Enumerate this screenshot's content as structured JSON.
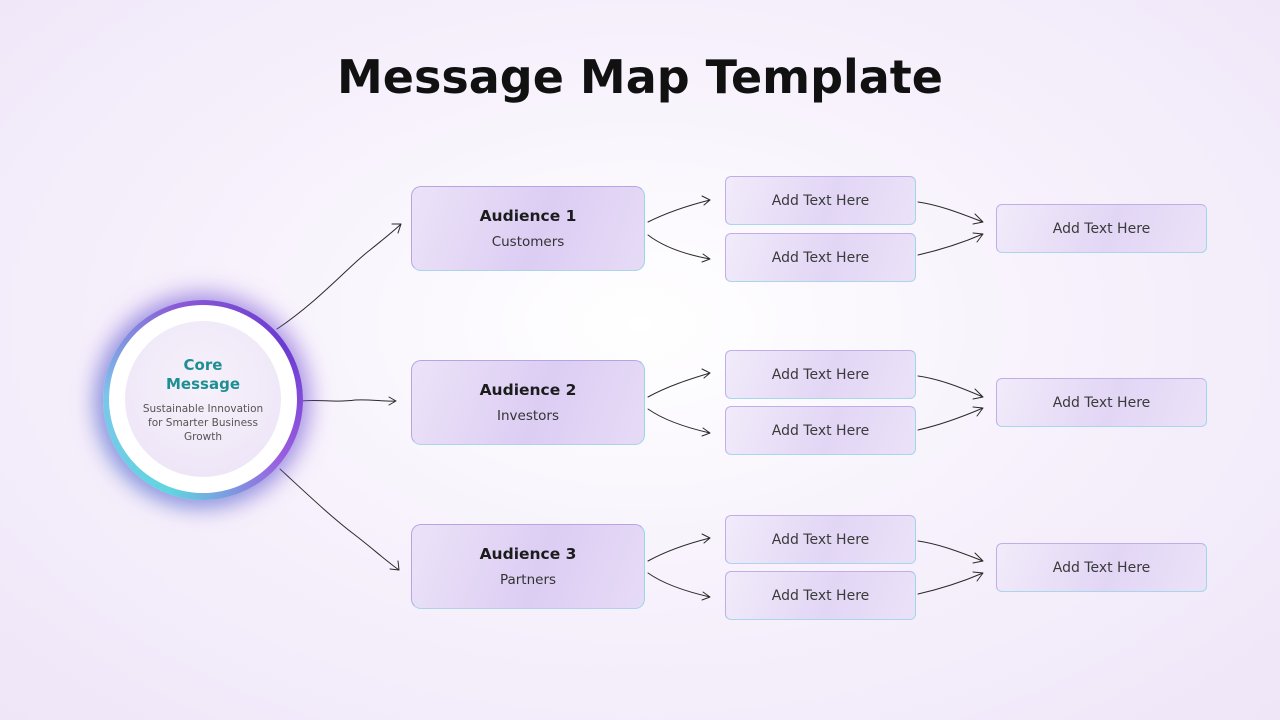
{
  "title": "Message Map Template",
  "core": {
    "title": "Core Message",
    "subtitle": "Sustainable Innovation for Smarter Business Growth"
  },
  "audiences": [
    {
      "title": "Audience 1",
      "subtitle": "Customers",
      "points": [
        "Add Text Here",
        "Add Text Here"
      ],
      "outcome": "Add Text Here"
    },
    {
      "title": "Audience 2",
      "subtitle": "Investors",
      "points": [
        "Add Text Here",
        "Add Text Here"
      ],
      "outcome": "Add Text Here"
    },
    {
      "title": "Audience 3",
      "subtitle": "Partners",
      "points": [
        "Add Text Here",
        "Add Text Here"
      ],
      "outcome": "Add Text Here"
    }
  ],
  "colors": {
    "core_title": "#1e8e92",
    "glow_purple": "#7b4fd6",
    "glow_cyan": "#5fd6e0",
    "box_fill": "#dccdf3"
  }
}
